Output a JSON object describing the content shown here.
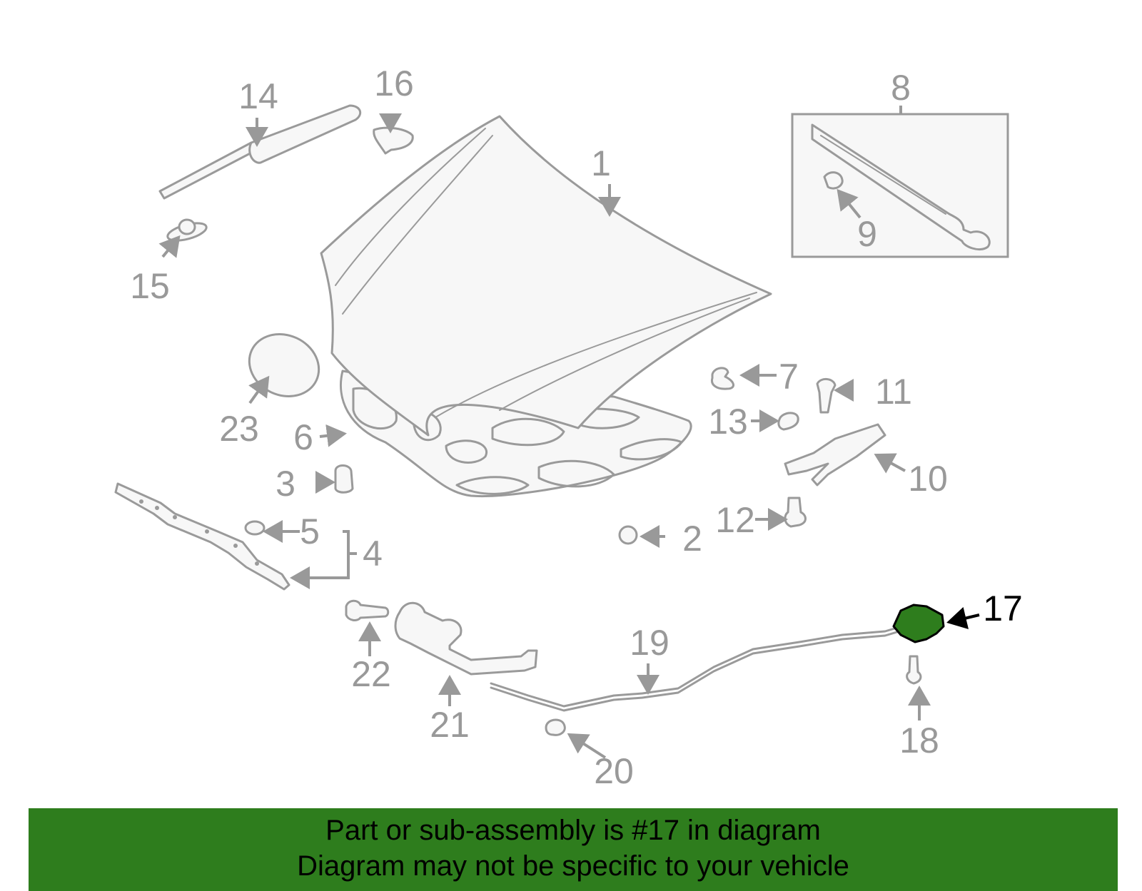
{
  "diagram": {
    "highlight_color": "#2e7d1d",
    "labels": {
      "p1": "1",
      "p2": "2",
      "p3": "3",
      "p4": "4",
      "p5": "5",
      "p6": "6",
      "p7": "7",
      "p8": "8",
      "p9": "9",
      "p10": "10",
      "p11": "11",
      "p12": "12",
      "p13": "13",
      "p14": "14",
      "p15": "15",
      "p16": "16",
      "p17": "17",
      "p18": "18",
      "p19": "19",
      "p20": "20",
      "p21": "21",
      "p22": "22",
      "p23": "23"
    }
  },
  "footer": {
    "line1": "Part or sub-assembly is #17 in diagram",
    "line2": "Diagram may not be specific to your vehicle"
  }
}
